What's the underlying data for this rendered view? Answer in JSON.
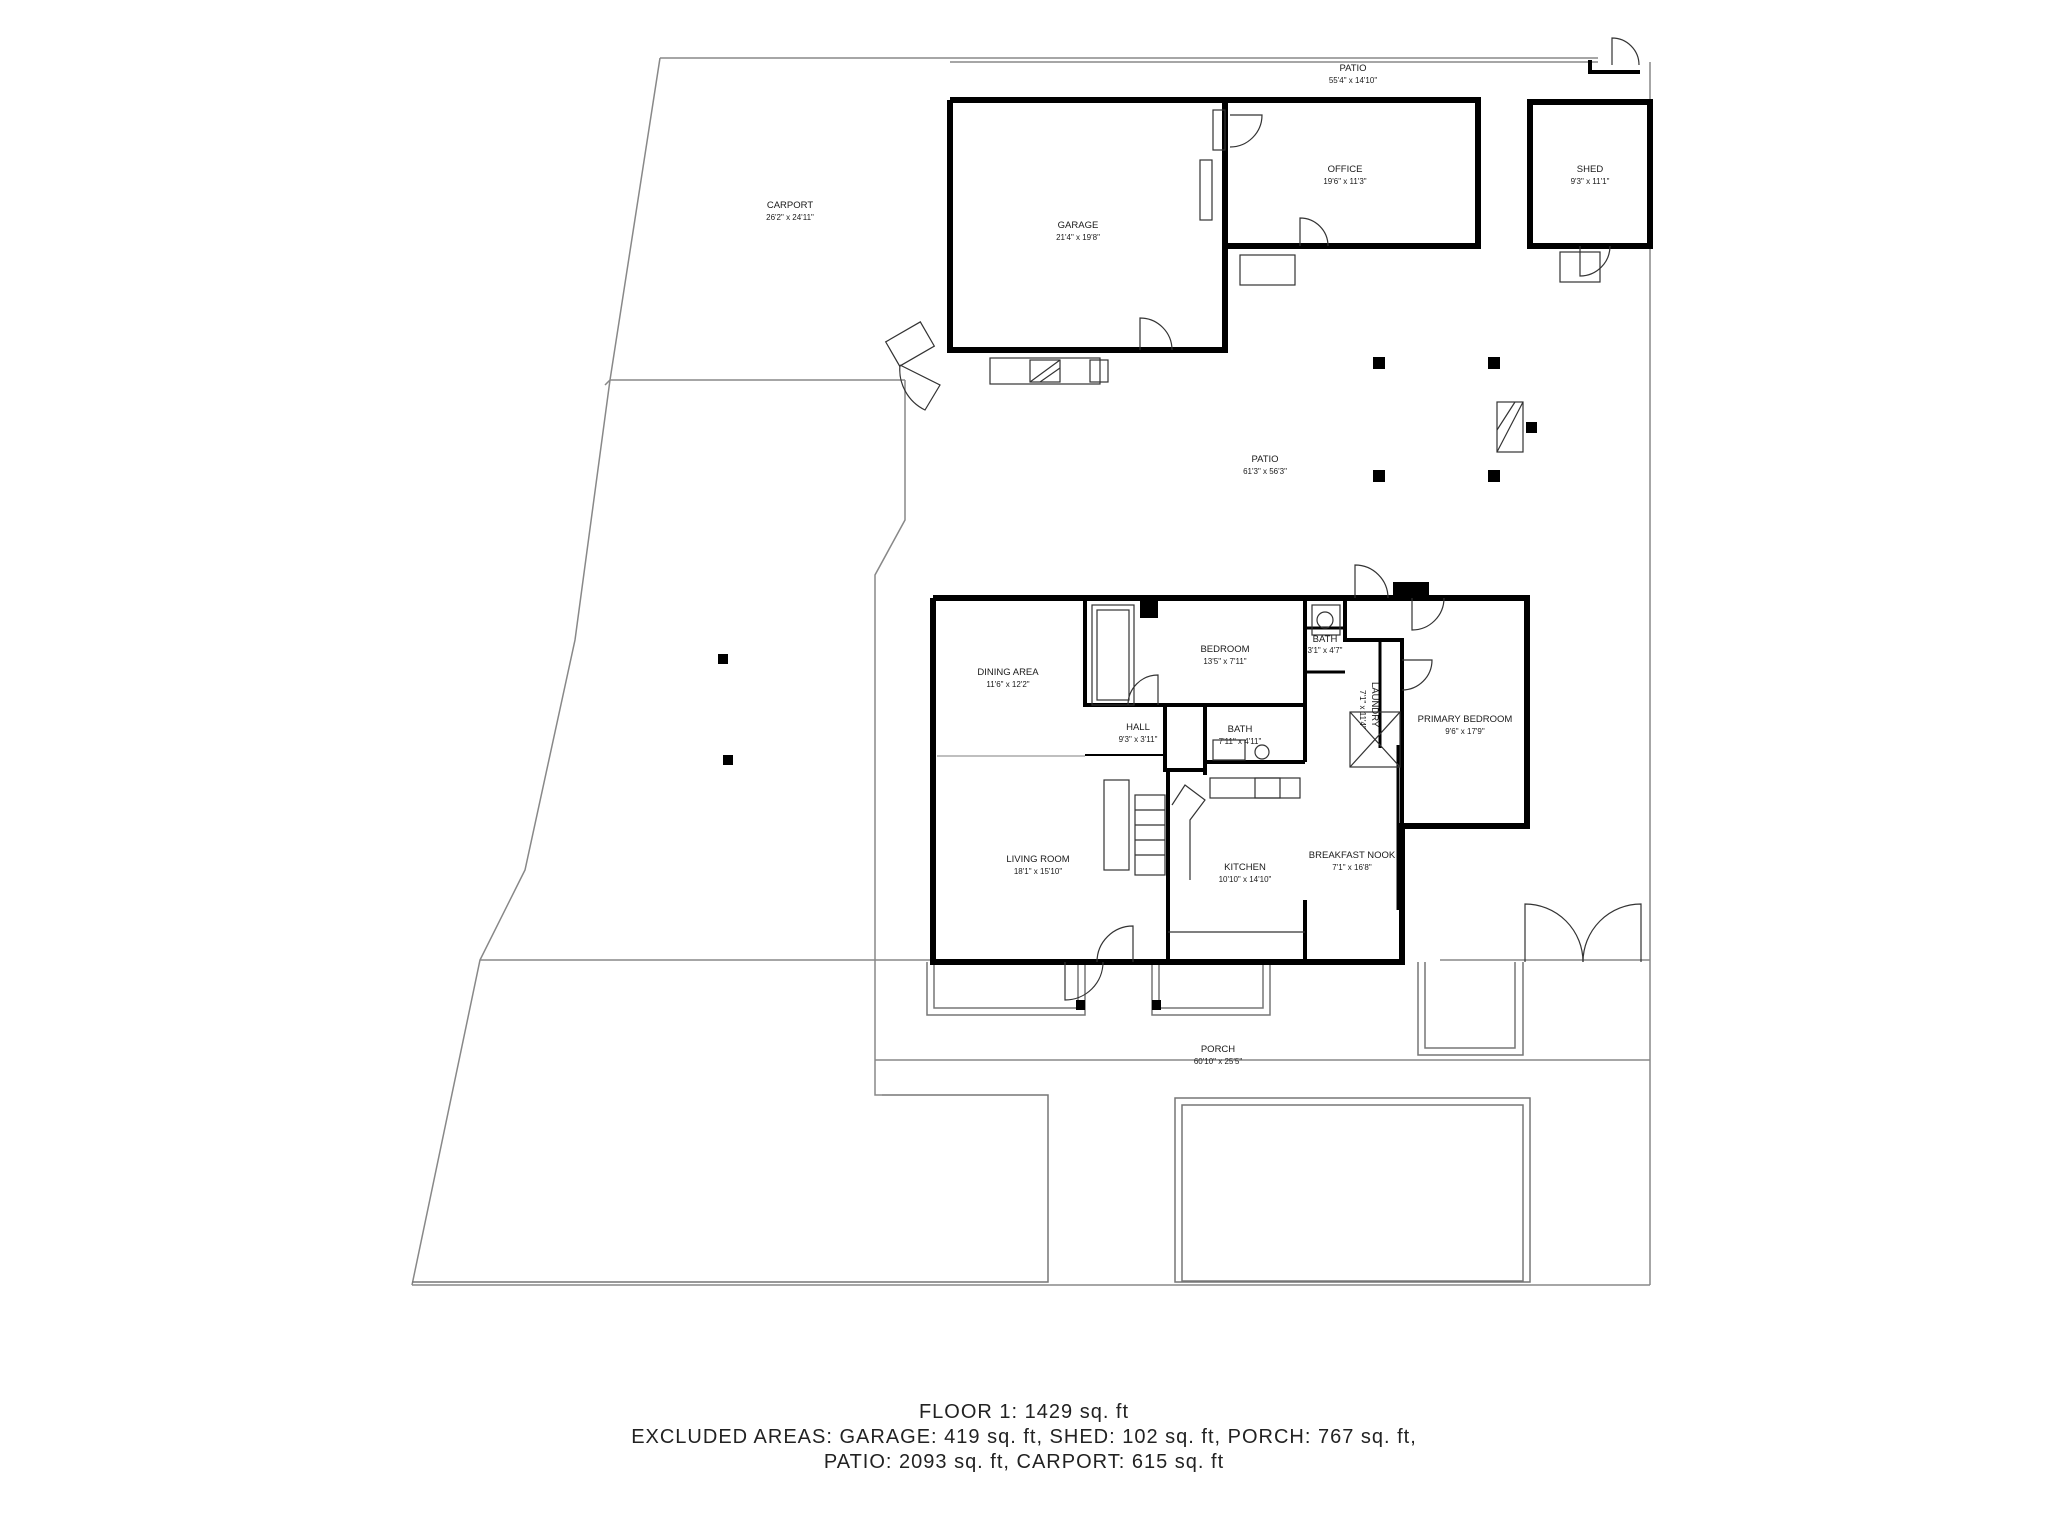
{
  "rooms": {
    "patio_top": {
      "name": "PATIO",
      "dims": "55'4\" x 14'10\""
    },
    "carport": {
      "name": "CARPORT",
      "dims": "26'2\" x 24'11\""
    },
    "garage": {
      "name": "GARAGE",
      "dims": "21'4\" x 19'8\""
    },
    "office": {
      "name": "OFFICE",
      "dims": "19'6\" x 11'3\""
    },
    "shed": {
      "name": "SHED",
      "dims": "9'3\" x 11'1\""
    },
    "patio_main": {
      "name": "PATIO",
      "dims": "61'3\" x 56'3\""
    },
    "dining": {
      "name": "DINING AREA",
      "dims": "11'6\" x 12'2\""
    },
    "bedroom": {
      "name": "BEDROOM",
      "dims": "13'5\" x 7'11\""
    },
    "bath_small": {
      "name": "BATH",
      "dims": "3'1\" x 4'7\""
    },
    "laundry": {
      "name": "LAUNDRY",
      "dims": "7'1\" x 11'4\""
    },
    "primary": {
      "name": "PRIMARY BEDROOM",
      "dims": "9'6\" x 17'9\""
    },
    "hall": {
      "name": "HALL",
      "dims": "9'3\" x 3'11\""
    },
    "bath": {
      "name": "BATH",
      "dims": "7'11\" x 4'11\""
    },
    "living": {
      "name": "LIVING ROOM",
      "dims": "18'1\" x 15'10\""
    },
    "kitchen": {
      "name": "KITCHEN",
      "dims": "10'10\" x 14'10\""
    },
    "nook": {
      "name": "BREAKFAST NOOK",
      "dims": "7'1\" x 16'8\""
    },
    "porch": {
      "name": "PORCH",
      "dims": "60'10\" x 25'5\""
    }
  },
  "summary": {
    "line1": "FLOOR 1: 1429 sq. ft",
    "line2": "EXCLUDED AREAS: GARAGE: 419 sq. ft, SHED: 102 sq. ft, PORCH: 767 sq. ft,",
    "line3": "PATIO: 2093 sq. ft, CARPORT: 615 sq. ft"
  }
}
